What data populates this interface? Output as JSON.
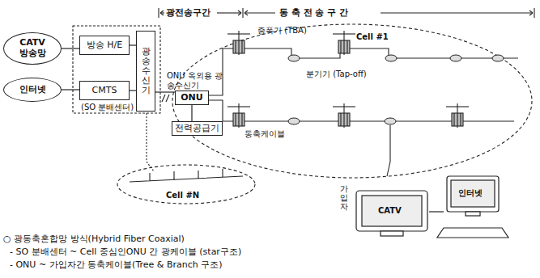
{
  "diagram": {
    "nodes": [
      {
        "text": [
          "CATV 방송망"
        ]
      },
      {
        "text": [
          "인터넷"
        ]
      },
      {
        "text": [
          "방송 H/E"
        ]
      },
      {
        "text": [
          "CMTS"
        ]
      },
      {
        "text": [
          "광송수신기"
        ]
      },
      {
        "text": [
          "ONU"
        ]
      },
      {
        "text": [
          "전력공급기"
        ]
      }
    ],
    "edges": [
      {
        "from": 0,
        "to": 2,
        "arrow": "none"
      },
      {
        "from": 1,
        "to": 3,
        "arrow": "none"
      },
      {
        "from": 2,
        "to": 4,
        "arrow": "none"
      },
      {
        "from": 3,
        "to": 4,
        "arrow": "none"
      },
      {
        "from": 4,
        "to": 5,
        "arrow": "none"
      },
      {
        "from": 5,
        "to": 6,
        "arrow": "none"
      }
    ],
    "labels": [
      "광전송구간",
      "동 축 전 송 구 간",
      "(SO 분배센터)",
      "ONU 옥외용 광송수신기",
      "증폭기 (TBA)",
      "Cell #1",
      "분기기 (Tap-off)",
      "동축케이블",
      "Cell #N",
      "가입자",
      "CATV",
      "인터넷",
      "○ 광동축혼합망 방식(Hybrid Fiber Coaxial)",
      "- SO 분배센터 ~ Cell 중심인ONU 간 광케이블 (star구조)",
      "- ONU ~ 가입자간 동축케이블(Tree & Branch 구조)"
    ]
  }
}
